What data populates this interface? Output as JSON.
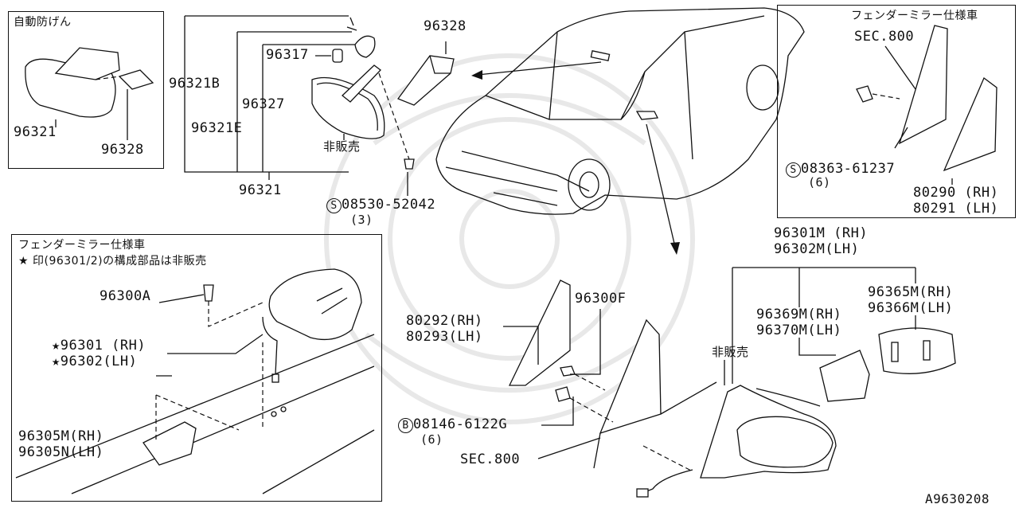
{
  "boxes": {
    "auto_dimming": {
      "title": "自動防げん",
      "labels": [
        "96321",
        "96328"
      ]
    },
    "fender_mirror_right": {
      "title": "フェンダーミラー仕様車",
      "labels": [
        "SEC.800",
        "08363-61237",
        "(6)",
        "80290 (RH)",
        "80291 (LH)"
      ]
    },
    "fender_mirror_left": {
      "title": "フェンダーミラー仕様車",
      "note": "★ 印(96301/2)の構成部品は非販売",
      "labels": [
        "96300A",
        "★96301 (RH)",
        "★96302(LH)",
        "96305M(RH)",
        "96305N(LH)"
      ]
    }
  },
  "labels": {
    "p96328": "96328",
    "p96317": "96317",
    "p96321B": "96321B",
    "p96327": "96327",
    "p96321E": "96321E",
    "p96321": "96321",
    "not_sold_1": "非販売",
    "s08530": "08530-52042",
    "s08530_qty": "(3)",
    "p96301M": "96301M (RH)",
    "p96302M": "96302M(LH)",
    "p96365M": "96365M(RH)",
    "p96366M": "96366M(LH)",
    "p96369M": "96369M(RH)",
    "p96370M": "96370M(LH)",
    "not_sold_2": "非販売",
    "p96300F": "96300F",
    "p80292": "80292(RH)",
    "p80293": "80293(LH)",
    "b08146": "08146-6122G",
    "b08146_qty": "(6)",
    "sec800": "SEC.800",
    "figure_id": "A9630208"
  },
  "symbols": {
    "s": "S",
    "b": "B"
  },
  "colors": {
    "line": "#111111",
    "watermark": "#e8e8e8",
    "background": "#ffffff"
  }
}
